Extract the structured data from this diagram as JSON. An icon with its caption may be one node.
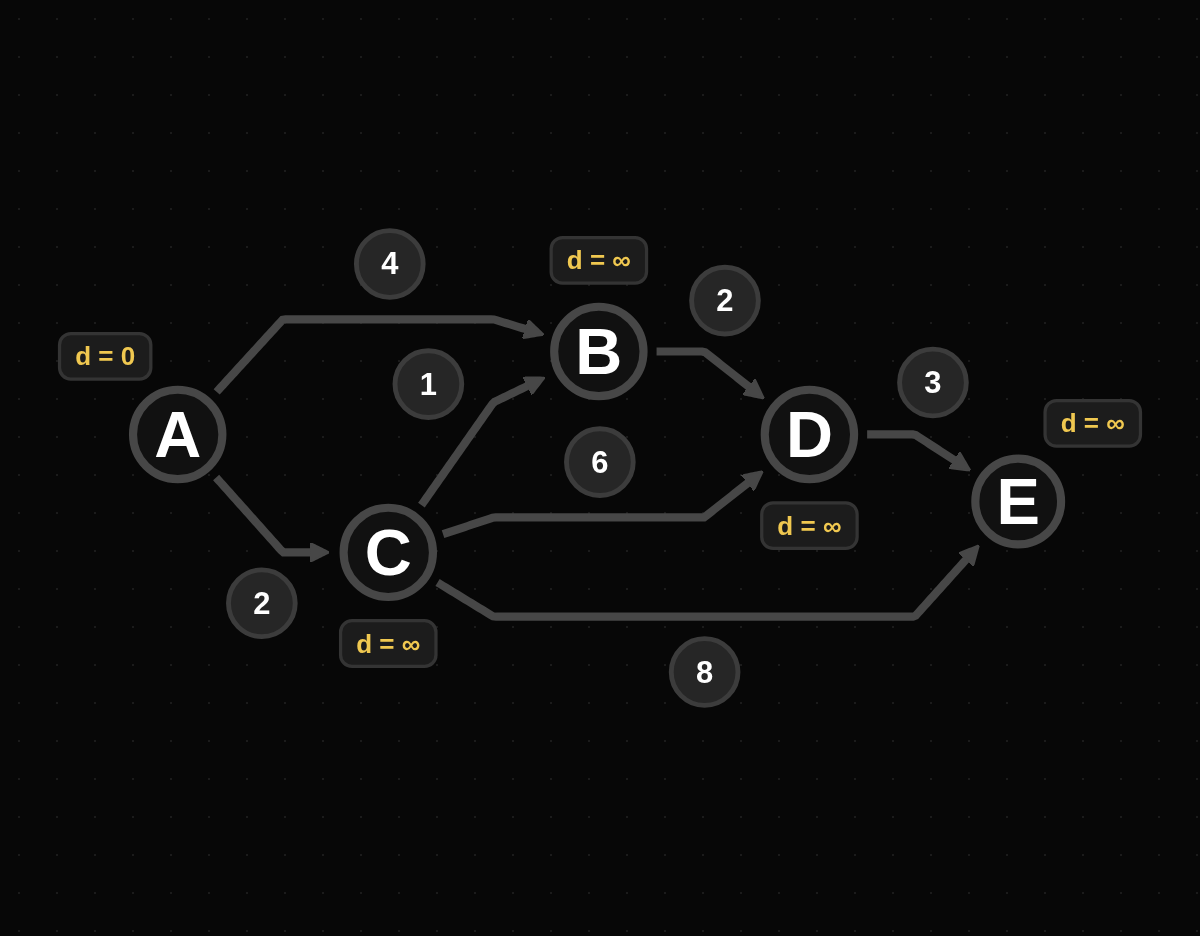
{
  "diagram": {
    "nodes": [
      {
        "text": [
          "A"
        ],
        "beside": [
          "d = 0"
        ]
      },
      {
        "text": [
          "B"
        ],
        "beside": [
          "d = ∞"
        ]
      },
      {
        "text": [
          "C"
        ],
        "beside": [
          "d = ∞"
        ]
      },
      {
        "text": [
          "D"
        ],
        "beside": [
          "d = ∞"
        ]
      },
      {
        "text": [
          "E"
        ],
        "beside": [
          "d = ∞"
        ]
      }
    ],
    "edges": [
      {
        "from": 0,
        "to": 1,
        "arrow": "to",
        "label": "4"
      },
      {
        "from": 0,
        "to": 2,
        "arrow": "to",
        "label": "2"
      },
      {
        "from": 1,
        "to": 3,
        "arrow": "to",
        "label": "2"
      },
      {
        "from": 2,
        "to": 1,
        "arrow": "to",
        "label": "1"
      },
      {
        "from": 2,
        "to": 3,
        "arrow": "to",
        "label": "6"
      },
      {
        "from": 2,
        "to": 4,
        "arrow": "to",
        "label": "8"
      },
      {
        "from": 3,
        "to": 4,
        "arrow": "to",
        "label": "3"
      }
    ]
  }
}
